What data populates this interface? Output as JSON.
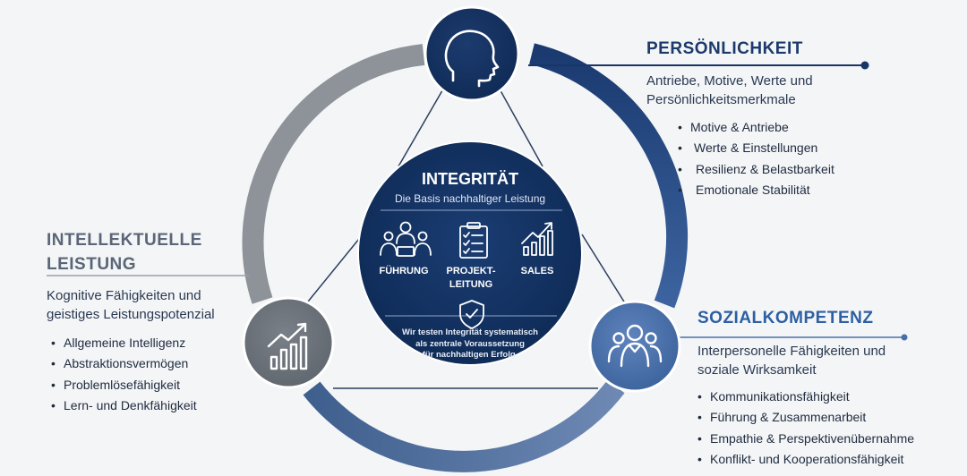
{
  "center": {
    "title": "INTEGRITÄT",
    "subtitle": "Die Basis nachhaltiger Leistung",
    "labels": {
      "fuehrung": "FÜHRUNG",
      "projekt_line1": "PROJEKT-",
      "projekt_line2": "LEITUNG",
      "sales": "SALES"
    },
    "footer_lines": [
      "Wir testen Integrität systematisch",
      "als zentrale Voraussetzung",
      "für nachhaltigen Erfolg."
    ]
  },
  "persoenlichkeit": {
    "heading": "PERSÖNLICHKEIT",
    "desc_line1": "Antriebe, Motive, Werte und",
    "desc_line2": "Persönlichkeitsmerkmale",
    "items": [
      "Motive & Antriebe",
      "Werte & Einstellungen",
      "Resilienz & Belastbarkeit",
      "Emotionale Stabilität"
    ]
  },
  "intellektuell": {
    "heading_line1": "INTELLEKTUELLE",
    "heading_line2": "LEISTUNG",
    "desc_line1": "Kognitive Fähigkeiten und",
    "desc_line2": "geistiges Leistungspotenzial",
    "items": [
      "Allgemeine Intelligenz",
      "Abstraktionsvermögen",
      "Problemlösefähigkeit",
      "Lern- und Denkfähigkeit"
    ]
  },
  "sozial": {
    "heading": "SOZIALKOMPETENZ",
    "desc_line1": "Interpersonelle Fähigkeiten und",
    "desc_line2": "soziale Wirksamkeit",
    "items": [
      "Kommunikationsfähigkeit",
      "Führung & Zusammenarbeit",
      "Empathie & Perspektivenübernahme",
      "Konflikt- und Kooperationsfähigkeit"
    ]
  },
  "colors": {
    "navy": "#112d58",
    "blue": "#3a5f96",
    "steel": "#56749e",
    "gray": "#8a9096",
    "background": "#f4f5f7"
  },
  "icons": [
    "head-profile-icon",
    "growth-chart-icon",
    "group-people-icon",
    "team-meeting-icon",
    "checklist-icon",
    "sales-chart-icon",
    "shield-check-icon"
  ]
}
